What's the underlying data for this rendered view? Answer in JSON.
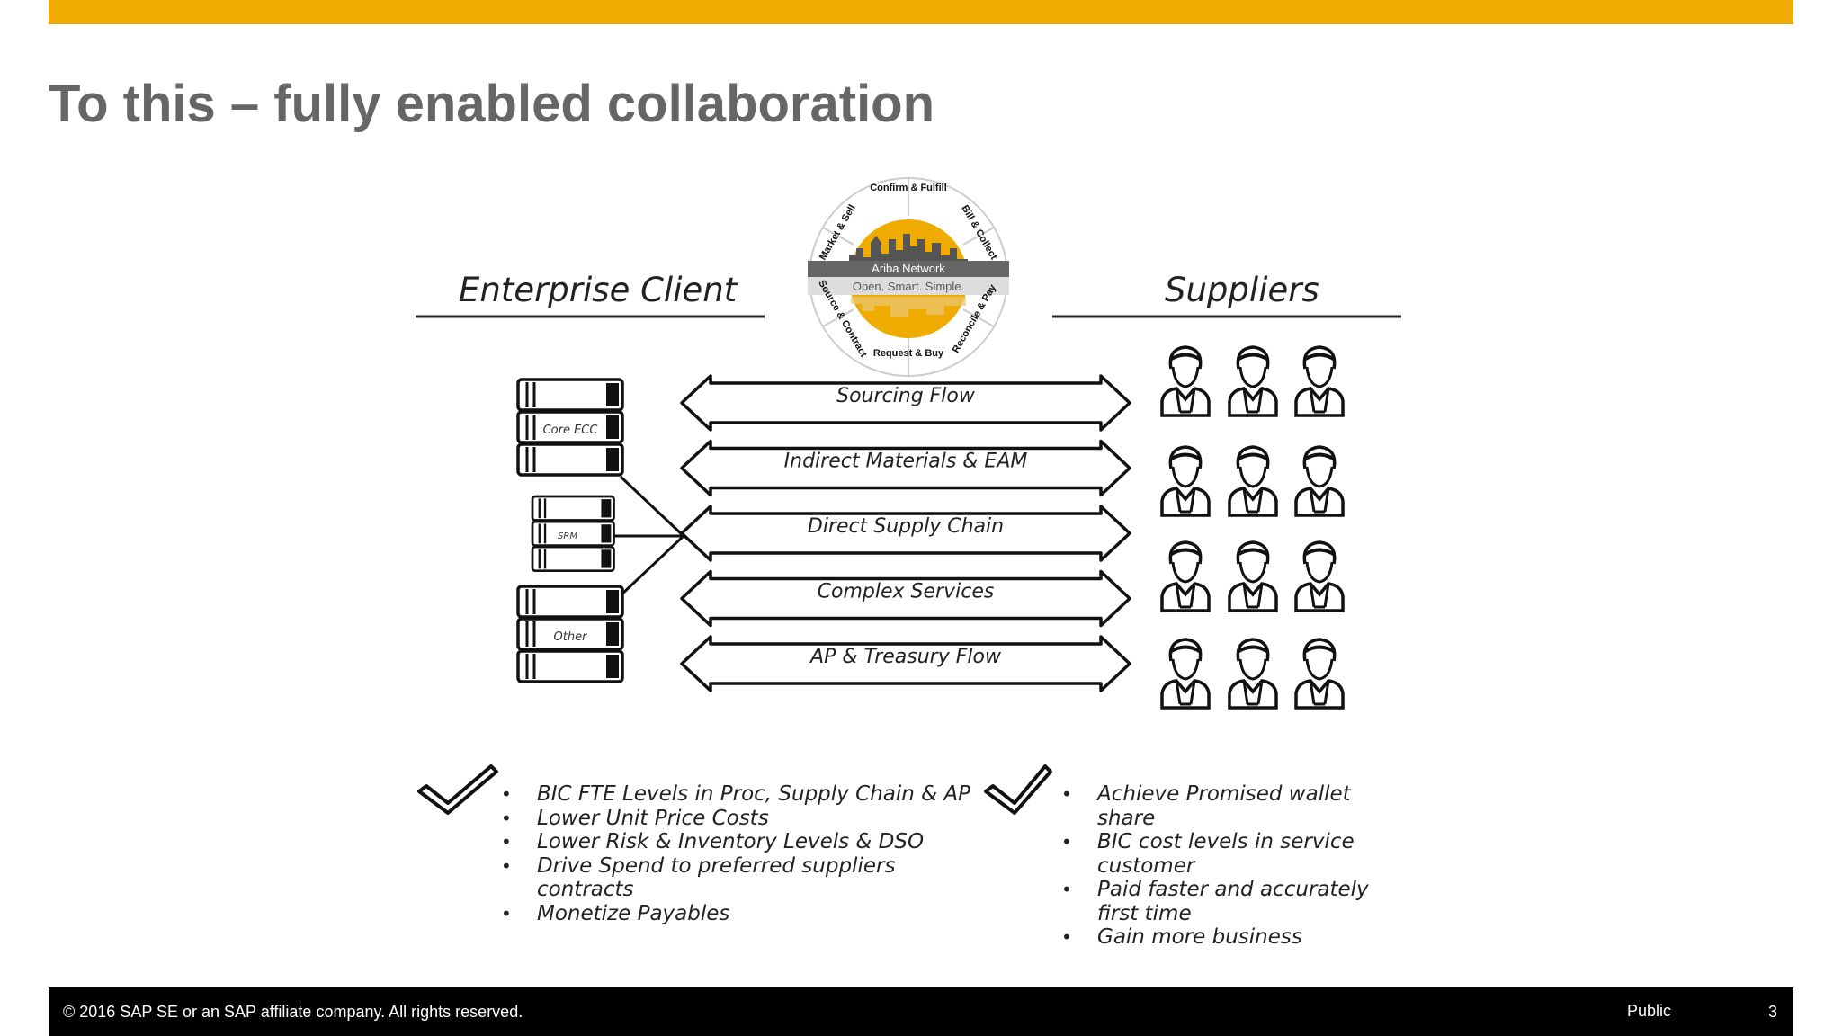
{
  "slide": {
    "title": "To this – fully enabled collaboration",
    "accent_color": "#f0ab00",
    "title_color": "#666666"
  },
  "headings": {
    "left": "Enterprise Client",
    "right": "Suppliers"
  },
  "ariba_wheel": {
    "segments": [
      "Confirm & Fulfill",
      "Bill & Collect",
      "Reconcile & Pay",
      "Request & Buy",
      "Source & Contract",
      "Market & Sell"
    ],
    "brand": "Ariba Network",
    "tagline": "Open. Smart. Simple."
  },
  "systems": [
    {
      "label": "Core ECC"
    },
    {
      "label": "SRM"
    },
    {
      "label": "Other"
    }
  ],
  "flows": [
    {
      "label": "Sourcing Flow"
    },
    {
      "label": "Indirect Materials & EAM"
    },
    {
      "label": "Direct Supply Chain"
    },
    {
      "label": "Complex Services"
    },
    {
      "label": "AP & Treasury Flow"
    }
  ],
  "icons": {
    "check": "checkmark-icon",
    "supplier": "supplier-person-icon",
    "server": "server-stack-icon"
  },
  "benefits_left": [
    "BIC FTE Levels in Proc, Supply Chain & AP",
    "Lower Unit Price Costs",
    "Lower Risk & Inventory Levels & DSO",
    "Drive Spend to preferred suppliers contracts",
    "Monetize Payables"
  ],
  "benefits_right": [
    "Achieve Promised wallet share",
    "BIC cost levels in service customer",
    "Paid faster and accurately first time",
    "Gain more business"
  ],
  "footer": {
    "copyright": "© 2016 SAP SE or an SAP affiliate company. All rights reserved.",
    "classification": "Public",
    "page": "3"
  }
}
